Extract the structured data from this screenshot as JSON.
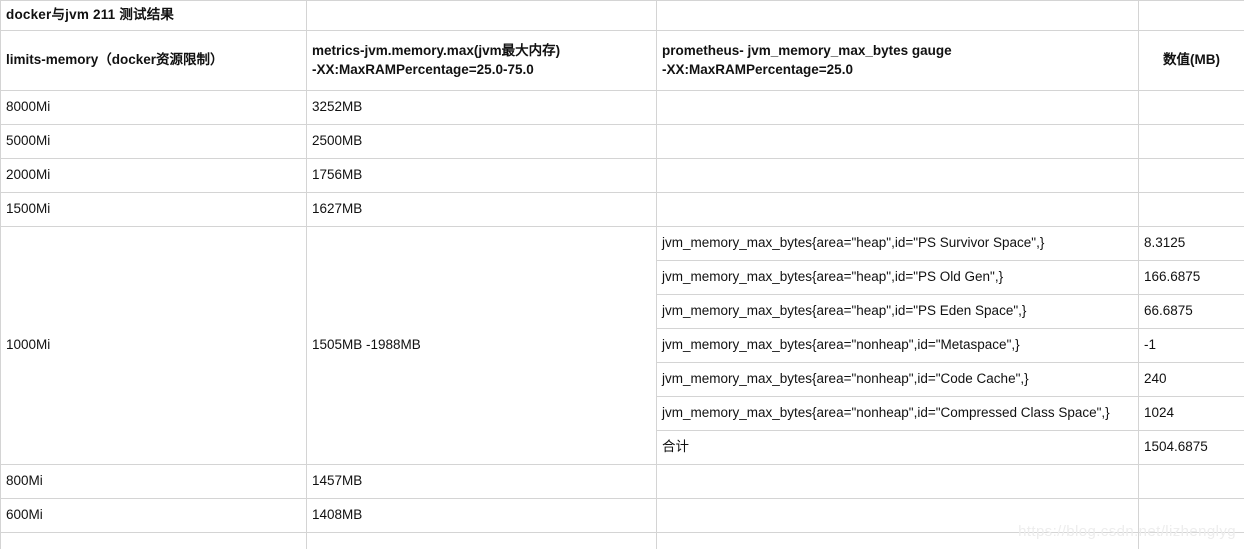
{
  "sheet": {
    "title": "docker与jvm 211 测试结果",
    "watermark": "https://blog.csdn.net/lizhenglyg"
  },
  "headers": {
    "col1": "limits-memory（docker资源限制）",
    "col2_line1": "metrics-jvm.memory.max(jvm最大内存)",
    "col2_line2": "-XX:MaxRAMPercentage=25.0-75.0",
    "col3_line1": "prometheus- jvm_memory_max_bytes gauge",
    "col3_line2": "-XX:MaxRAMPercentage=25.0",
    "col4": "数值(MB)"
  },
  "rows_top": [
    {
      "limit": "8000Mi",
      "metrics": "3252MB",
      "prometheus": "",
      "value": ""
    },
    {
      "limit": "5000Mi",
      "metrics": "2500MB",
      "prometheus": "",
      "value": ""
    },
    {
      "limit": "2000Mi",
      "metrics": "1756MB",
      "prometheus": "",
      "value": ""
    },
    {
      "limit": "1500Mi",
      "metrics": "1627MB",
      "prometheus": "",
      "value": ""
    }
  ],
  "merged_block": {
    "limit": "1000Mi",
    "metrics": "1505MB -1988MB",
    "metric_rows": [
      {
        "prometheus": "jvm_memory_max_bytes{area=\"heap\",id=\"PS Survivor Space\",}",
        "value": "8.3125"
      },
      {
        "prometheus": "jvm_memory_max_bytes{area=\"heap\",id=\"PS Old Gen\",}",
        "value": "166.6875"
      },
      {
        "prometheus": "jvm_memory_max_bytes{area=\"heap\",id=\"PS Eden Space\",}",
        "value": "66.6875"
      },
      {
        "prometheus": "jvm_memory_max_bytes{area=\"nonheap\",id=\"Metaspace\",}",
        "value": "-1"
      },
      {
        "prometheus": "jvm_memory_max_bytes{area=\"nonheap\",id=\"Code Cache\",}",
        "value": "240"
      },
      {
        "prometheus": "jvm_memory_max_bytes{area=\"nonheap\",id=\"Compressed Class Space\",}",
        "value": "1024"
      },
      {
        "prometheus": "合计",
        "value": "1504.6875"
      }
    ]
  },
  "rows_bottom": [
    {
      "limit": "800Mi",
      "metrics": "1457MB",
      "prometheus": "",
      "value": ""
    },
    {
      "limit": "600Mi",
      "metrics": "1408MB",
      "prometheus": "",
      "value": ""
    },
    {
      "limit": "",
      "metrics": "",
      "prometheus": "",
      "value": ""
    }
  ]
}
